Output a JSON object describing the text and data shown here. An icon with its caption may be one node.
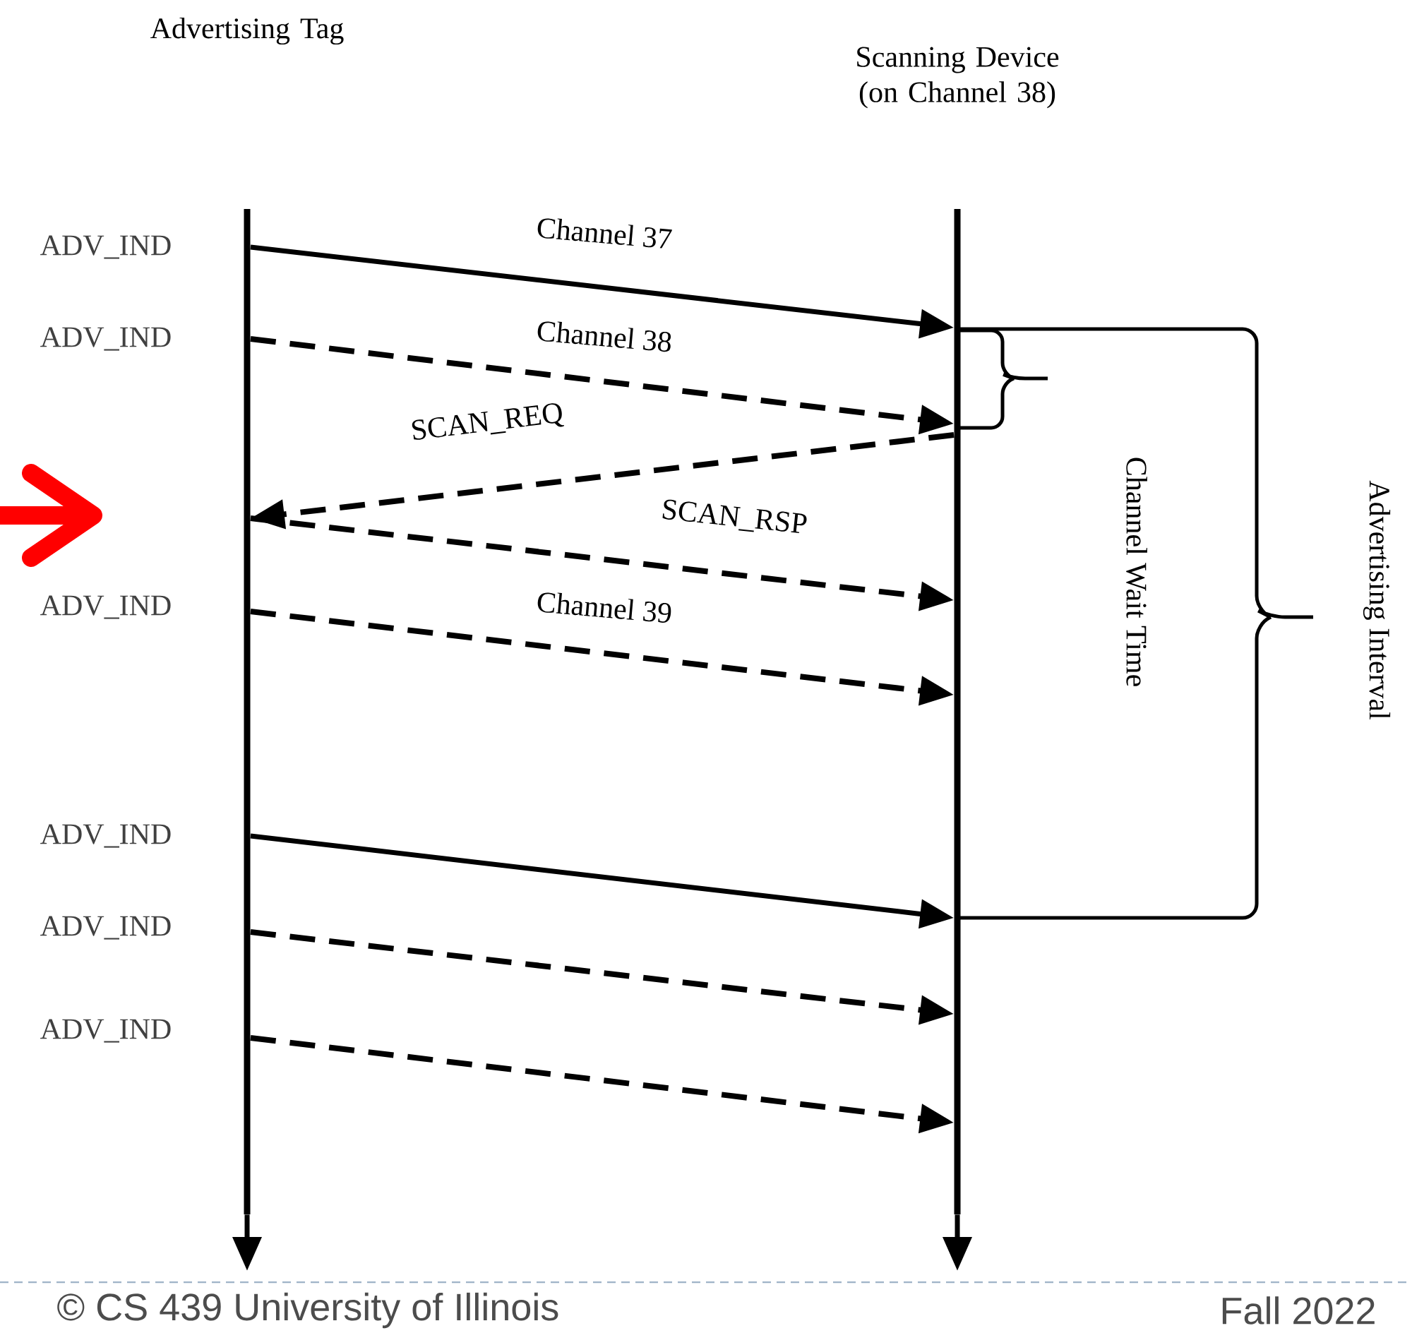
{
  "diagram": {
    "nodes": [
      {
        "text": [
          "Advertising Tag"
        ]
      },
      {
        "text": [
          "Scanning Device (on Channel 38)"
        ]
      },
      {
        "text": [],
        "shape": "bar"
      },
      {
        "text": [],
        "shape": "bar"
      }
    ],
    "edges": [
      {
        "from": 2,
        "to": 3,
        "arrow": "to",
        "label": "Channel 37"
      },
      {
        "from": 2,
        "to": 3,
        "arrow": "to",
        "label": "Channel 38",
        "style": "dashed"
      },
      {
        "from": 3,
        "to": 2,
        "arrow": "to",
        "label": "SCAN_REQ",
        "style": "dashed"
      },
      {
        "from": 2,
        "to": 3,
        "arrow": "to",
        "label": "SCAN_RSP",
        "style": "dashed"
      },
      {
        "from": 2,
        "to": 3,
        "arrow": "to",
        "label": "Channel 39",
        "style": "dashed"
      },
      {
        "from": 2,
        "to": 3,
        "arrow": "to"
      },
      {
        "from": 2,
        "to": 3,
        "arrow": "to",
        "style": "dashed"
      },
      {
        "from": 2,
        "to": 3,
        "arrow": "to",
        "style": "dashed"
      },
      {
        "from": 2,
        "to": null,
        "arrow": "to"
      },
      {
        "from": 3,
        "to": null,
        "arrow": "to"
      }
    ],
    "labels": [
      "ADV_IND",
      "ADV_IND",
      "ADV_IND",
      "ADV_IND",
      "ADV_IND",
      "ADV_IND",
      "Channel Wait Time",
      "Advertising Interval",
      "© CS 439 University of Illinois",
      "Fall 2022"
    ]
  }
}
